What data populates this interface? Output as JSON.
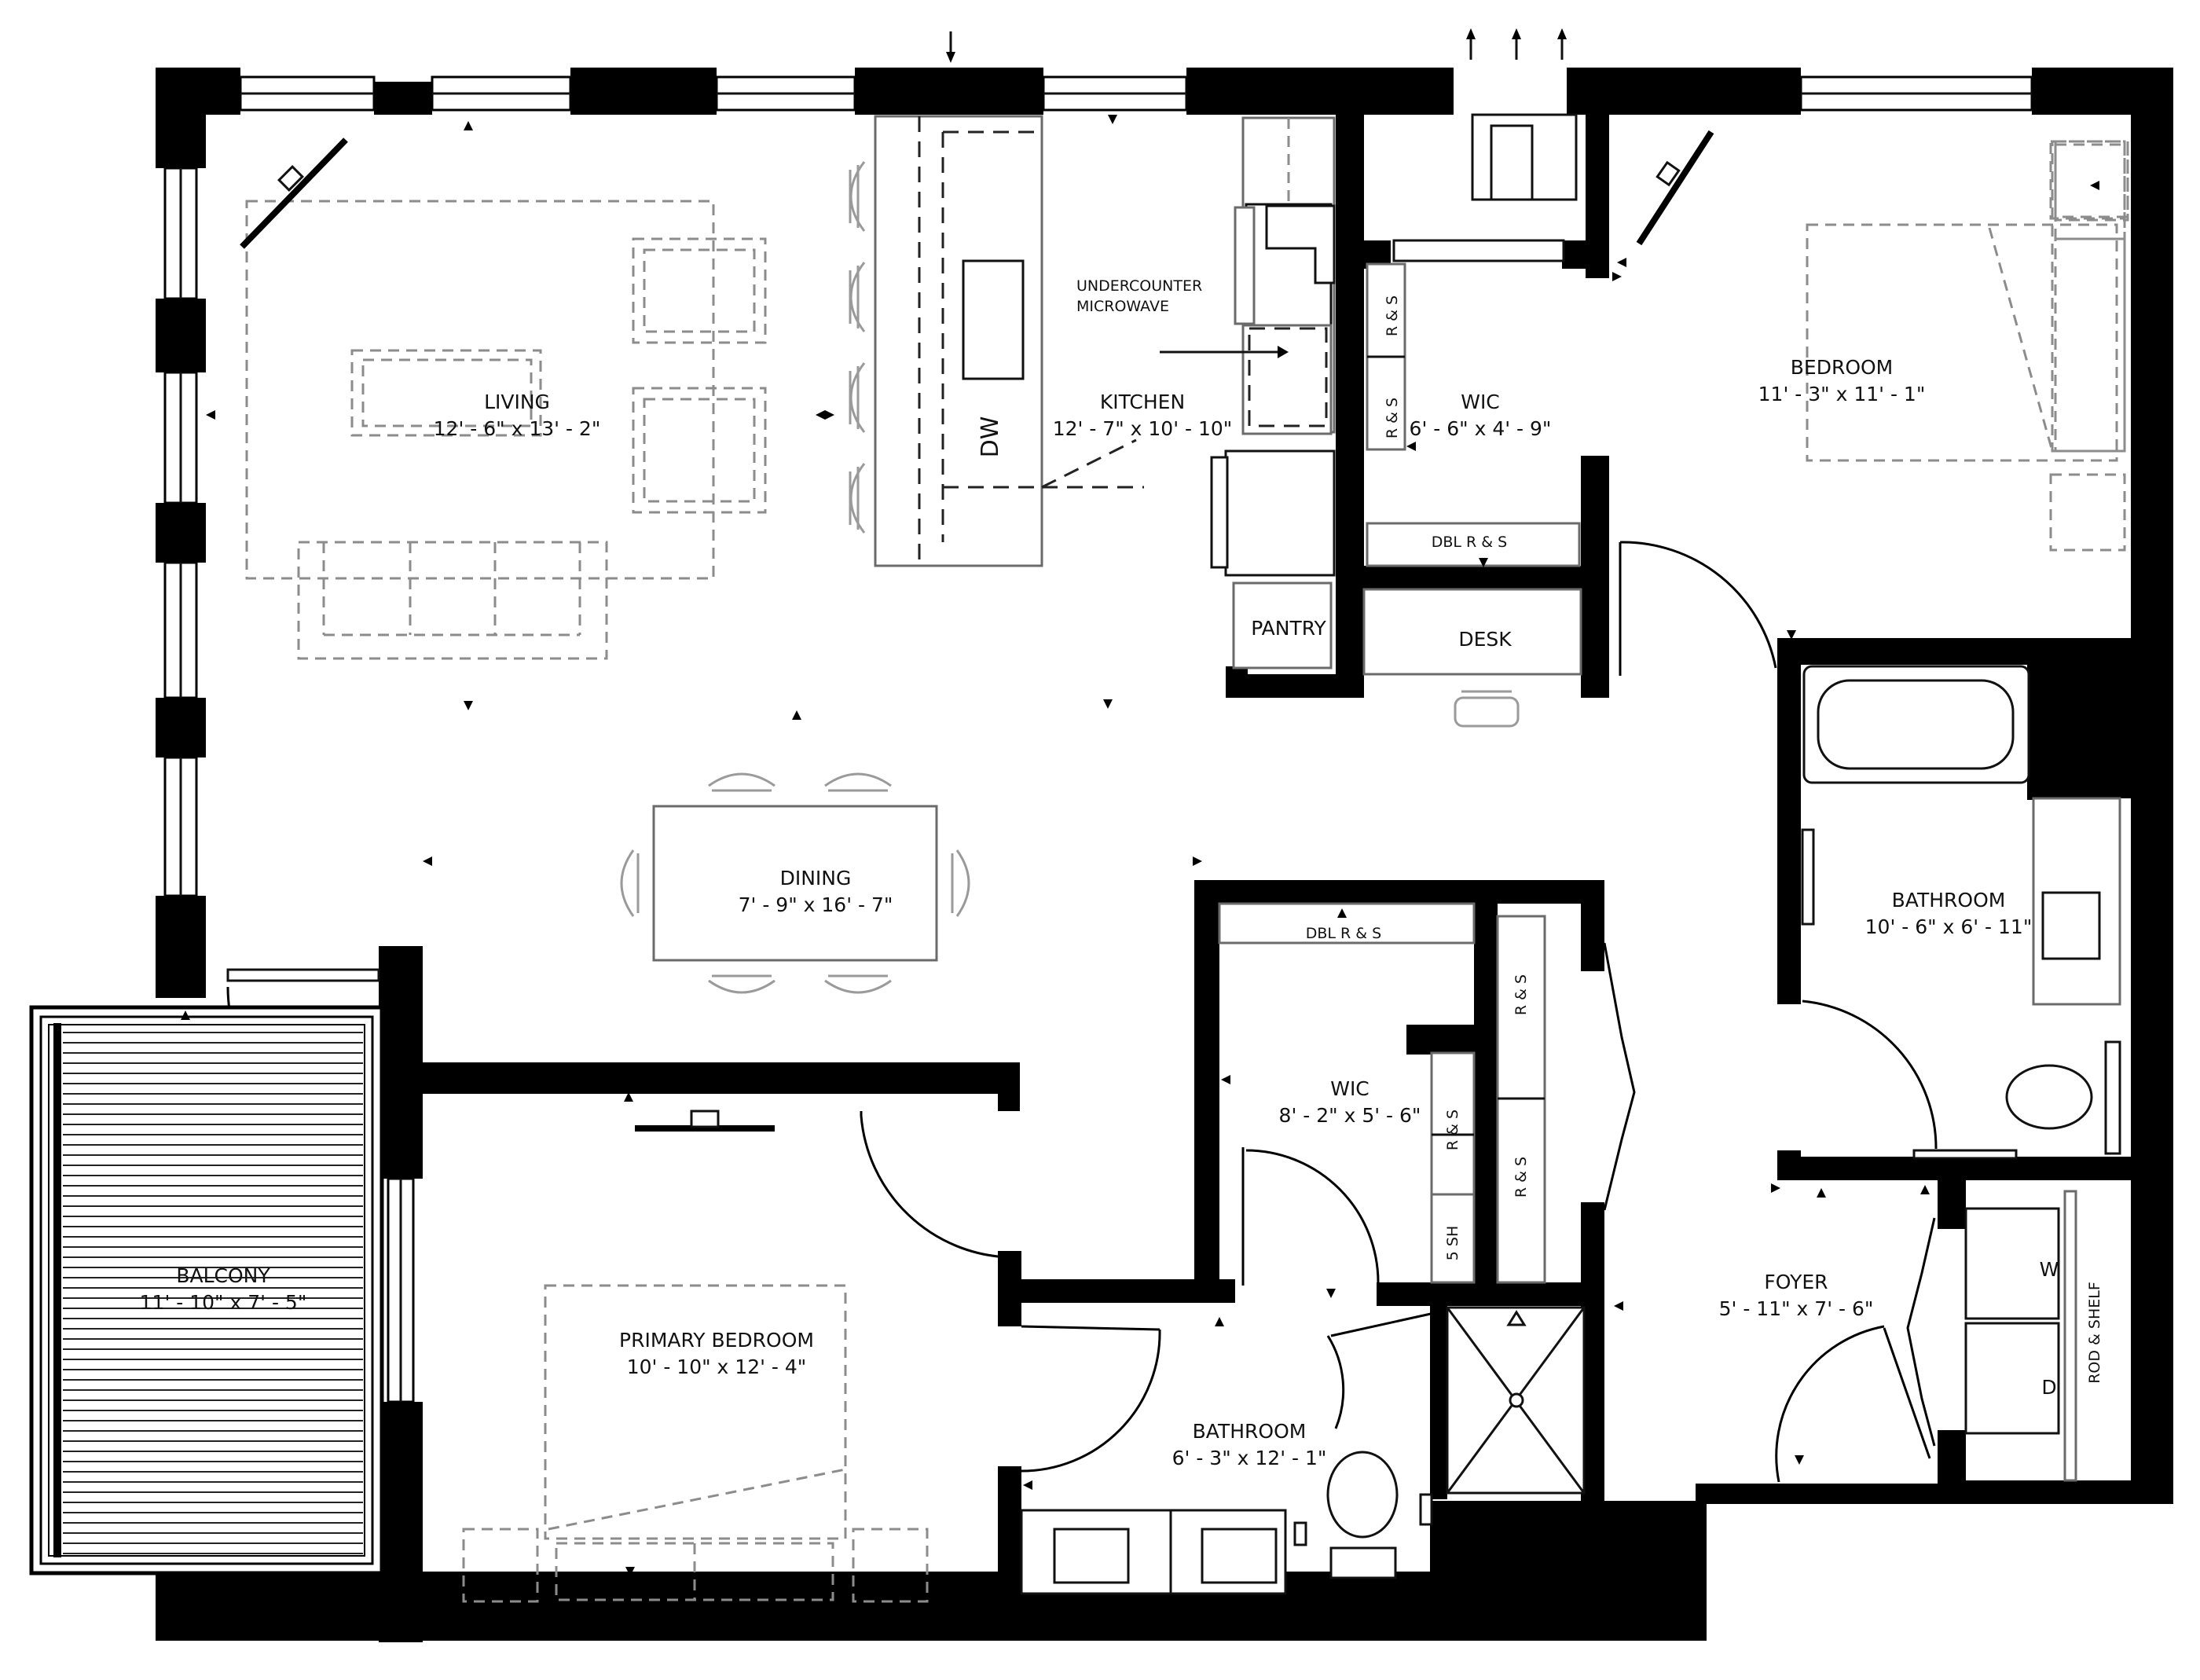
{
  "rooms": {
    "living": {
      "name": "LIVING",
      "dims": "12' - 6\" x 13' - 2\""
    },
    "kitchen": {
      "name": "KITCHEN",
      "dims": "12' - 7\" x 10' - 10\""
    },
    "wic_top": {
      "name": "WIC",
      "dims": "6' - 6\" x 4' - 9\""
    },
    "bedroom": {
      "name": "BEDROOM",
      "dims": "11' - 3\" x 11' - 1\""
    },
    "dining": {
      "name": "DINING",
      "dims": "7' - 9\" x 16' - 7\""
    },
    "bathroom_right": {
      "name": "BATHROOM",
      "dims": "10' - 6\" x 6' - 11\""
    },
    "wic_center": {
      "name": "WIC",
      "dims": "8' - 2\" x 5' - 6\""
    },
    "balcony": {
      "name": "BALCONY",
      "dims": "11' - 10\" x 7' - 5\""
    },
    "primary_bedroom": {
      "name": "PRIMARY BEDROOM",
      "dims": "10' - 10\" x 12' - 4\""
    },
    "bathroom_center": {
      "name": "BATHROOM",
      "dims": "6' - 3\" x 12' - 1\""
    },
    "foyer": {
      "name": "FOYER",
      "dims": "5' - 11\" x 7' - 6\""
    },
    "pantry": {
      "name": "PANTRY"
    },
    "desk": {
      "name": "DESK"
    }
  },
  "labels": {
    "undercounter_1": "UNDERCOUNTER",
    "undercounter_2": "MICROWAVE",
    "dishwasher": "DW",
    "rs": "R & S",
    "dbl_rs": "DBL R & S",
    "five_sh": "5 SH",
    "washer": "W",
    "dryer": "D",
    "rod_shelf": "ROD & SHELF"
  }
}
